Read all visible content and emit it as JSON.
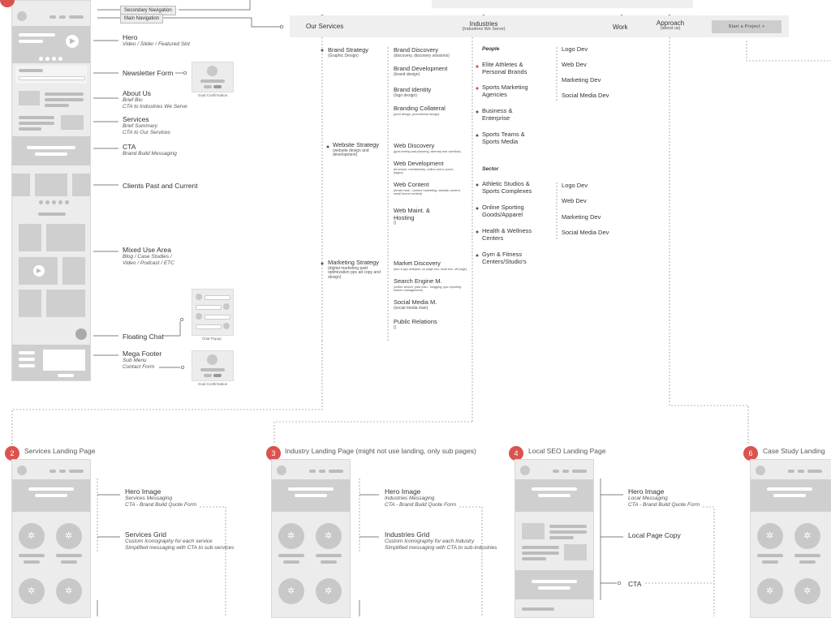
{
  "nav_tags": {
    "secondary": "Secondary Navigation",
    "main": "Main Navigation"
  },
  "homepage": {
    "sections": [
      {
        "title": "Hero",
        "sub": "Video / Slider / Featured Slot"
      },
      {
        "title": "Newsletter Form",
        "sub": ""
      },
      {
        "title": "About Us",
        "sub": "Brief Bio\nCTA to Industries We Serve"
      },
      {
        "title": "Services",
        "sub": "Brief Summary\nCTA to Our Services"
      },
      {
        "title": "CTA",
        "sub": "Brand Build Messaging"
      },
      {
        "title": "Clients Past and Current",
        "sub": ""
      },
      {
        "title": "Mixed Use Area",
        "sub": "Blog / Case Studies /\nVideo / Podcast / ETC"
      },
      {
        "title": "Floating Chat",
        "sub": ""
      },
      {
        "title": "Mega Footer",
        "sub": "Sub Menu\nContact Form"
      }
    ],
    "goal_confirmation": "Goal Confirmation",
    "chat_popup": "Chat Popup"
  },
  "main_nav": {
    "our_services": "Our Services",
    "industries": "Industries",
    "industries_sub": "(Industries We Serve)",
    "work": "Work",
    "approach": "Approach",
    "approach_sub": "(about us)",
    "start_project": "Start a Project >"
  },
  "services": [
    {
      "title": "Brand Strategy",
      "sub": "(Graphic Design)",
      "items": [
        {
          "title": "Brand Discovery",
          "sub": "(discovery, discovery sessions)"
        },
        {
          "title": "Brand Development",
          "sub": "(brand design)"
        },
        {
          "title": "Brand Identity",
          "sub": "(logo design)"
        },
        {
          "title": "Branding Collateral",
          "sub": "(print design, promotional design)"
        }
      ]
    },
    {
      "title": "Website Strategy",
      "sub": "(website design and development)",
      "items": [
        {
          "title": "Web Discovery",
          "sub": "(goal setting and planning, sitemap and userflow)"
        },
        {
          "title": "Web Development",
          "sub": "(brochure, membership, online and e-comm pages)"
        },
        {
          "title": "Web Content",
          "sub": "(email mark., content marketing, website content, email funnel content)"
        },
        {
          "title": "Web Maint. & Hosting",
          "sub": "()"
        }
      ]
    },
    {
      "title": "Marketing Strategy",
      "sub": "(digital marketing paid optimization ppc ad copy and design)",
      "items": [
        {
          "title": "Market Discovery",
          "sub": "(seo & ppc analysis, on page seo, local seo, off page)"
        },
        {
          "title": "Search Engine M.",
          "sub": "(online search, paid man., blogging, ppc reporting search management)"
        },
        {
          "title": "Social Media M.",
          "sub": "(social media man)"
        },
        {
          "title": "Public Relations",
          "sub": "()"
        }
      ]
    }
  ],
  "industries": {
    "people_head": "People",
    "people": [
      "Elite Athletes & Personal Brands",
      "Sports Marketing Agencies",
      "Business & Enterprise",
      "Sports Teams & Sports Media"
    ],
    "sector_head": "Sector",
    "sector": [
      "Athletic Studios & Sports Complexes",
      "Online Sporting Goods/Apparel",
      "Health & Wellness Centers",
      "Gym & Fitness Centers/Studio's"
    ],
    "dev_list": [
      "Logo Dev",
      "Web Dev",
      "Marketing Dev",
      "Social Media Dev"
    ]
  },
  "landing_pages": [
    {
      "badge": "2",
      "title": "Services Landing Page",
      "notes": [
        {
          "title": "Hero Image",
          "sub": "Services Messaging\nCTA - Brand Build Quote Form"
        },
        {
          "title": "Services Grid",
          "sub": "Custom Iconography for each service\nSimplified messaging with CTA to sub-services"
        }
      ]
    },
    {
      "badge": "3",
      "title": "Industry Landing Page (might not use landing, only sub pages)",
      "notes": [
        {
          "title": "Hero Image",
          "sub": "Industries Messaging\nCTA - Brand Build Quote Form"
        },
        {
          "title": "Industries Grid",
          "sub": "Custom Iconography for each Industry\nSimplified messaging with CTA to sub-industries"
        }
      ]
    },
    {
      "badge": "4",
      "title": "Local SEO Landing Page",
      "notes": [
        {
          "title": "Hero Image",
          "sub": "Local Messaging\nCTA - Brand Build Quote Form"
        },
        {
          "title": "Local Page Copy",
          "sub": ""
        },
        {
          "title": "CTA",
          "sub": ""
        }
      ]
    },
    {
      "badge": "6",
      "title": "Case Study Landing",
      "notes": []
    }
  ],
  "colors": {
    "accent_badge": "#d9534f",
    "wire_bg": "#ececec",
    "wire_block": "#cfcfcf",
    "nav_bg": "#efefef"
  }
}
